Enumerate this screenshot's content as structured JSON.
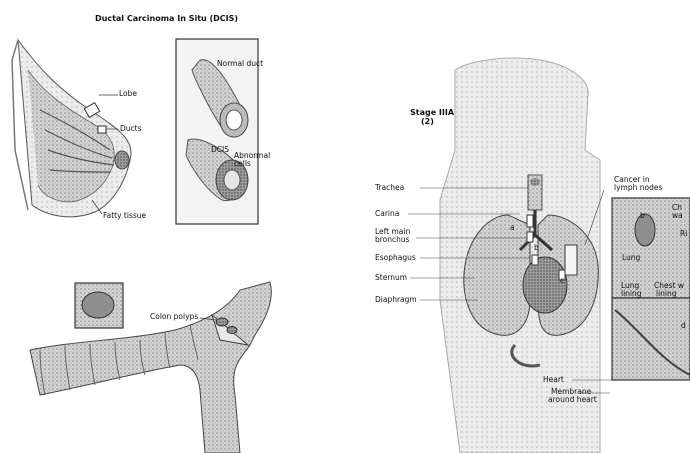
{
  "dcis": {
    "title": "Ductal Carcinoma In Situ (DCIS)",
    "labels": {
      "lobe": "Lobe",
      "ducts": "Ducts",
      "fatty_tissue": "Fatty tissue",
      "normal_duct": "Normal duct",
      "dcis": "DCIS",
      "abnormal_cells_1": "Abnormal",
      "abnormal_cells_2": "cells"
    }
  },
  "colon": {
    "labels": {
      "colon_polyps": "Colon polyps"
    }
  },
  "lung": {
    "stage_1": "Stage IIIA",
    "stage_2": "(2)",
    "labels": {
      "trachea": "Trachea",
      "carina": "Carina",
      "left_main_1": "Left main",
      "left_main_2": "bronchus",
      "esophagus": "Esophagus",
      "sternum": "Sternum",
      "diaphragm": "Diaphragm",
      "cancer_lymph_1": "Cancer in",
      "cancer_lymph_2": "lymph nodes",
      "heart": "Heart",
      "membrane_1": "Membrane",
      "membrane_2": "around heart",
      "lung_lining_1": "Lung",
      "lung_lining_2": "lining",
      "chest_wall_1": "Chest w",
      "chest_wall_2": "lining",
      "inset_ch_1": "Ch",
      "inset_ch_2": "wa",
      "inset_lung": "Lung",
      "inset_ri": "Ri",
      "inset_d": "d",
      "lobe_a": "a",
      "lobe_b": "b",
      "lobe_c": "c",
      "lobe_b2": "b"
    }
  }
}
